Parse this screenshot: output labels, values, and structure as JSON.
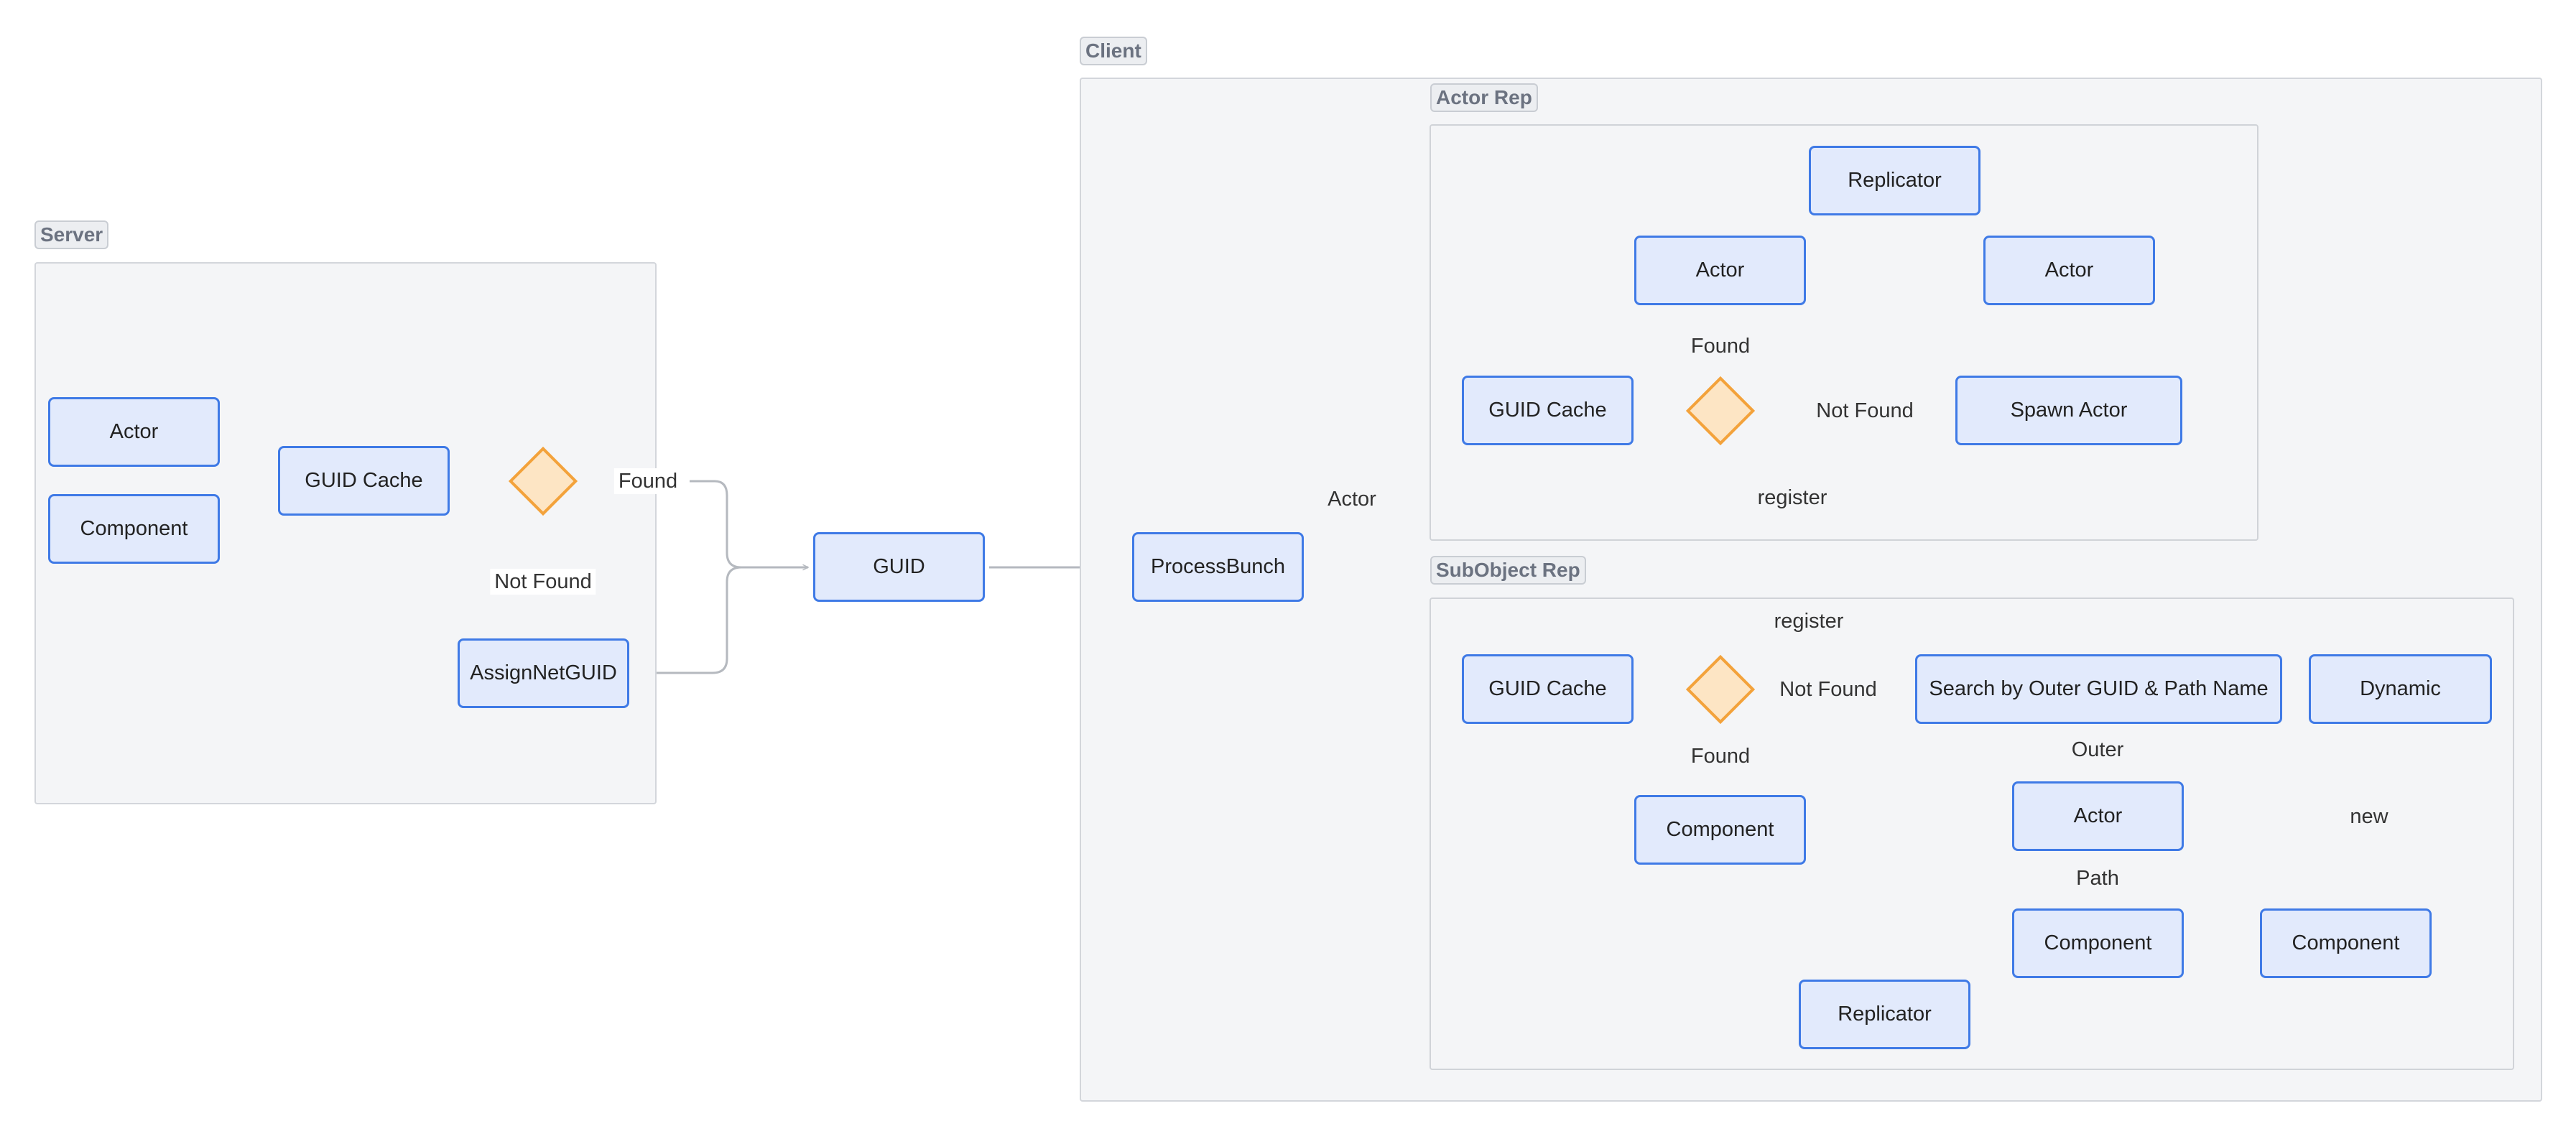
{
  "groups": {
    "server": "Server",
    "client": "Client",
    "actor_rep": "Actor Rep",
    "subobject_rep": "SubObject Rep"
  },
  "server": {
    "actor": "Actor",
    "component": "Component",
    "guid_cache": "GUID Cache",
    "assign": "AssignNetGUID",
    "found": "Found",
    "not_found": "Not Found"
  },
  "guid": "GUID",
  "process_bunch": "ProcessBunch",
  "actor_edge": "Actor",
  "actor_rep": {
    "replicator": "Replicator",
    "actor_left": "Actor",
    "actor_right": "Actor",
    "guid_cache": "GUID Cache",
    "spawn_actor": "Spawn Actor",
    "found": "Found",
    "not_found": "Not Found",
    "register": "register"
  },
  "subobject_rep": {
    "guid_cache": "GUID Cache",
    "search": "Search by Outer GUID & Path Name",
    "dynamic": "Dynamic",
    "component_found": "Component",
    "actor": "Actor",
    "component_path": "Component",
    "component_new": "Component",
    "replicator": "Replicator",
    "register": "register",
    "not_found": "Not Found",
    "found": "Found",
    "outer": "Outer",
    "path": "Path",
    "new": "new"
  },
  "colors": {
    "node_fill": "#e2eafc",
    "node_border": "#3f7ae6",
    "decision_fill": "#fde5c4",
    "decision_border": "#f3a23b",
    "edge": "#b5b9bf"
  }
}
